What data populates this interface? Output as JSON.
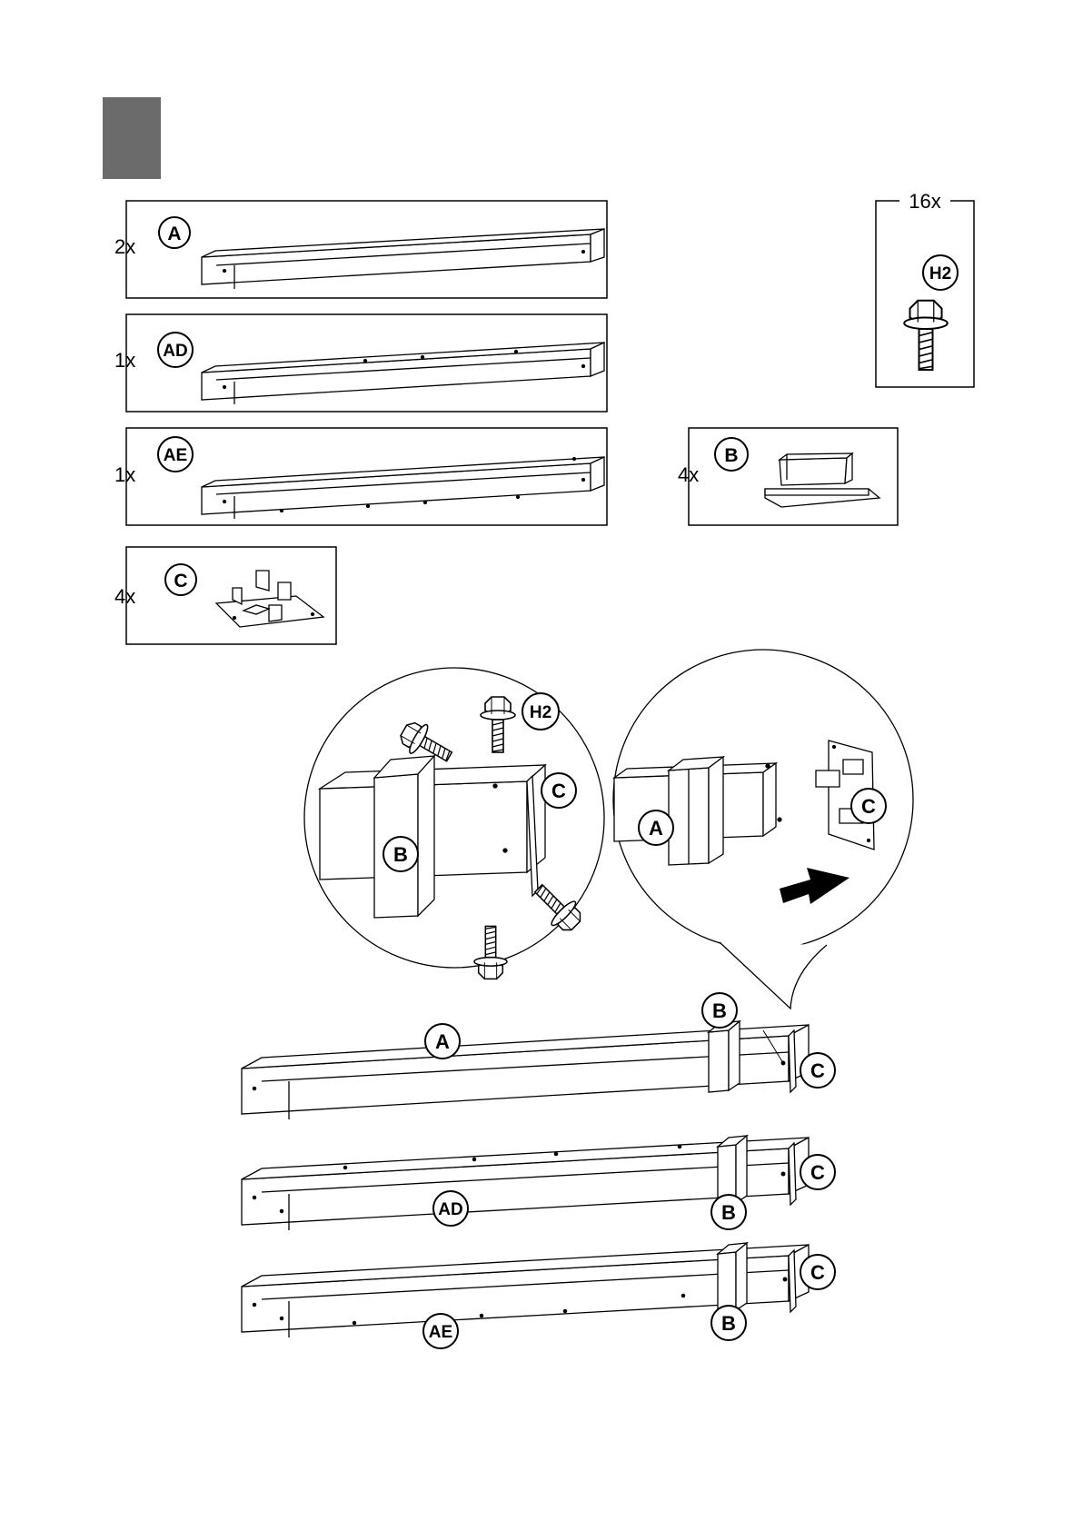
{
  "step_marker_color": "#6b6b6b",
  "parts": {
    "a": {
      "qty": "2x",
      "label": "A"
    },
    "ad": {
      "qty": "1x",
      "label": "AD"
    },
    "ae": {
      "qty": "1x",
      "label": "AE"
    },
    "c": {
      "qty": "4x",
      "label": "C"
    },
    "b": {
      "qty": "4x",
      "label": "B"
    },
    "h2": {
      "qty": "16x",
      "label": "H2"
    }
  },
  "detail_left": {
    "screw": "H2",
    "foot": "C",
    "cap": "B"
  },
  "detail_right": {
    "beam": "A",
    "foot": "C",
    "direction": "arrow-left"
  },
  "assembly": {
    "beam_a": {
      "beam": "A",
      "cap": "B",
      "foot": "C"
    },
    "beam_ad": {
      "beam": "AD",
      "cap": "B",
      "foot": "C"
    },
    "beam_ae": {
      "beam": "AE",
      "cap": "B",
      "foot": "C"
    }
  }
}
